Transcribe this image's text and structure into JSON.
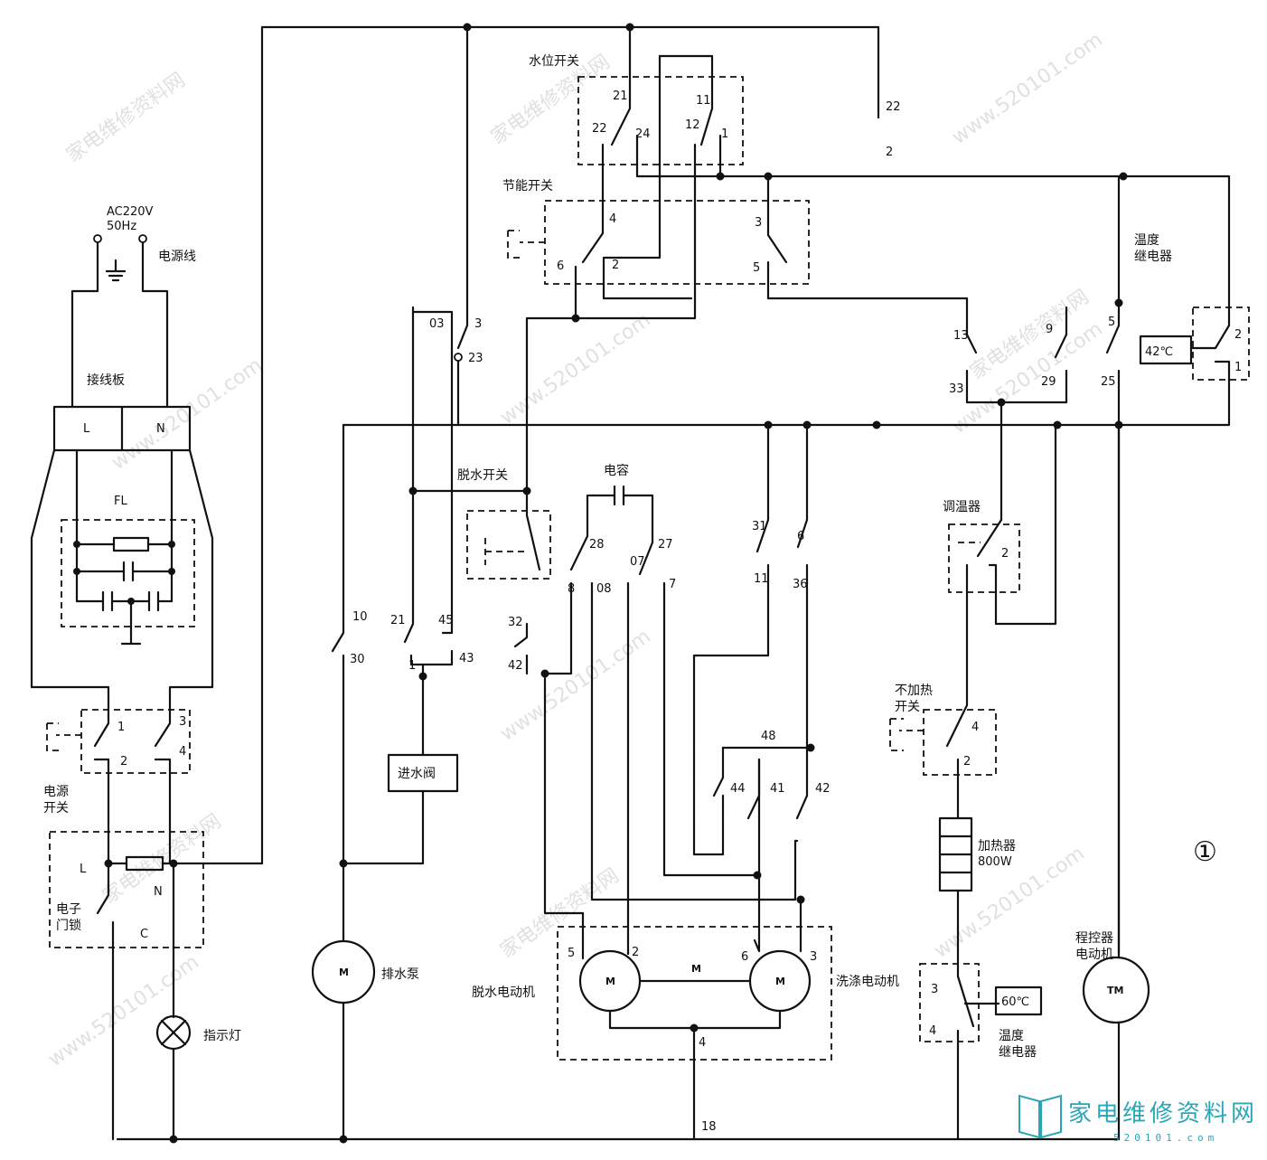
{
  "power": {
    "ac_line1": "AC220V",
    "ac_line2": "50Hz",
    "cord": "电源线",
    "terminal_board": "接线板",
    "terminal_l": "L",
    "terminal_n": "N",
    "filter": "FL",
    "switch_line1": "电源",
    "switch_line2": "开关",
    "lock_line1": "电子",
    "lock_line2": "门锁",
    "lock_l": "L",
    "lock_n": "N",
    "lock_c": "C",
    "lamp": "指示灯"
  },
  "components": {
    "water_level_switch": "水位开关",
    "energy_switch": "节能开关",
    "temp_relay_top_line1": "温度",
    "temp_relay_top_line2": "继电器",
    "temp_top_setting": "42℃",
    "spin_switch": "脱水开关",
    "capacitor": "电容",
    "thermostat": "调温器",
    "no_heat_line1": "不加热",
    "no_heat_line2": "开关",
    "heater_line1": "加热器",
    "heater_line2": "800W",
    "temp_relay_bottom_line1": "温度",
    "temp_relay_bottom_line2": "继电器",
    "temp_bottom_setting": "60℃",
    "inlet_valve": "进水阀",
    "drain_pump": "排水泵",
    "spin_motor": "脱水电动机",
    "wash_motor": "洗涤电动机",
    "motor_center": "M",
    "motor_symbol": "M",
    "timer_line1": "程控器",
    "timer_line2": "电动机",
    "timer_symbol": "TM",
    "figure_number": "①"
  },
  "terminals": {
    "t21a": "21",
    "t22a": "22",
    "t24": "24",
    "t11a": "11",
    "t12": "12",
    "t1a": "1",
    "t22b": "22",
    "t2b": "2",
    "t4a": "4",
    "t6a": "6",
    "t2a": "2",
    "t3a": "3",
    "t5a": "5",
    "t03": "03",
    "t3b": "3",
    "t23": "23",
    "t13": "13",
    "t33": "33",
    "t9": "9",
    "t29": "29",
    "t5b": "5",
    "t25": "25",
    "r2": "2",
    "r1": "1",
    "t28": "28",
    "t07": "07",
    "t27": "27",
    "t8": "8",
    "t08": "08",
    "t7": "7",
    "t31": "31",
    "t11b": "11",
    "t6b": "6",
    "t36": "36",
    "t10": "10",
    "t30": "30",
    "t21b": "21",
    "t45": "45",
    "t1b": "1",
    "t43": "43",
    "t32": "32",
    "t42a": "42",
    "t48": "48",
    "t44": "44",
    "t41": "41",
    "t42b": "42",
    "th2": "2",
    "nh4": "4",
    "nh2": "2",
    "ps1": "1",
    "ps3": "3",
    "ps2": "2",
    "ps4": "4",
    "m5": "5",
    "m2": "2",
    "m6": "6",
    "m3": "3",
    "m4": "4",
    "b18": "18",
    "tr3": "3",
    "tr4": "4"
  },
  "watermark": {
    "site": "www.520101.com",
    "name": "家电维修资料网"
  },
  "logo": {
    "name": "家电维修资料网",
    "url": "520101.com"
  }
}
